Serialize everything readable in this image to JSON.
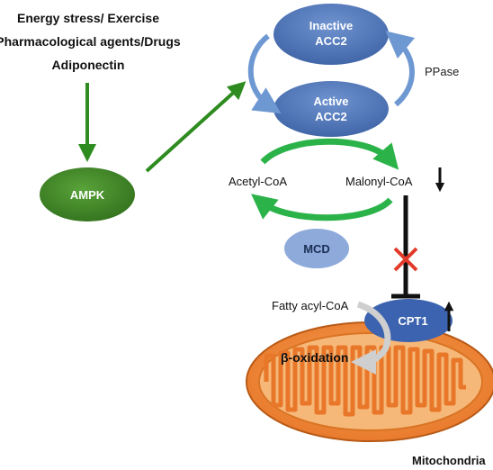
{
  "stimuli": {
    "line1": "Energy stress/ Exercise",
    "line2": "Pharmacological agents/Drugs",
    "line3": "Adiponectin"
  },
  "ampk": {
    "label": "AMPK"
  },
  "inactive_acc2": {
    "line1": "Inactive",
    "line2": "ACC2"
  },
  "active_acc2": {
    "line1": "Active",
    "line2": "ACC2"
  },
  "ppase": {
    "label": "PPase"
  },
  "acetyl_coa": {
    "label": "Acetyl-CoA"
  },
  "malonyl_coa": {
    "label": "Malonyl-CoA"
  },
  "mcd": {
    "label": "MCD"
  },
  "fatty_acyl_coa": {
    "label": "Fatty acyl-CoA"
  },
  "cpt1": {
    "label": "CPT1"
  },
  "beta_oxidation": {
    "label": "β-oxidation"
  },
  "mitochondria": {
    "label": "Mitochondria"
  },
  "colors": {
    "green_arrow": "#2e8b1f",
    "bright_green": "#2bb34a",
    "blue_node": "#4a72b4",
    "light_blue_node": "#8eaadb",
    "ampk_green": "#3f8a25",
    "mito_outer": "#f08a2e",
    "inhibit_cross": "#e23a2a"
  }
}
